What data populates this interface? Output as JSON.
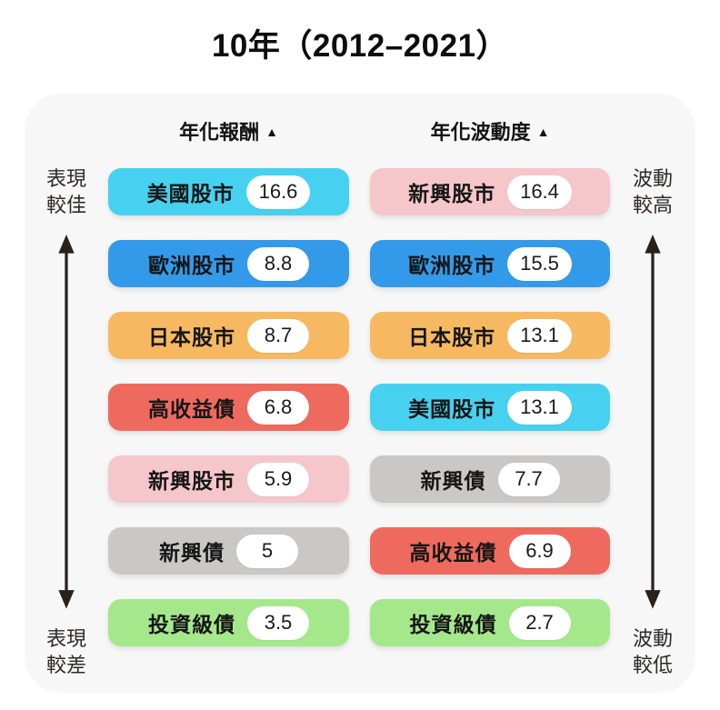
{
  "title": "10年（2012–2021）",
  "card": {
    "left_column": {
      "header": "年化報酬",
      "sort_icon": "▲",
      "bars": [
        {
          "label": "美國股市",
          "value": "16.6",
          "color": "#47d1f0"
        },
        {
          "label": "歐洲股市",
          "value": "8.8",
          "color": "#339aea"
        },
        {
          "label": "日本股市",
          "value": "8.7",
          "color": "#f6b961"
        },
        {
          "label": "高收益債",
          "value": "6.8",
          "color": "#ef6a5e"
        },
        {
          "label": "新興股市",
          "value": "5.9",
          "color": "#f5c6ca"
        },
        {
          "label": "新興債",
          "value": "5",
          "color": "#c9c8c7"
        },
        {
          "label": "投資級債",
          "value": "3.5",
          "color": "#a5e88c"
        }
      ]
    },
    "right_column": {
      "header": "年化波動度",
      "sort_icon": "▲",
      "bars": [
        {
          "label": "新興股市",
          "value": "16.4",
          "color": "#f5c6ca"
        },
        {
          "label": "歐洲股市",
          "value": "15.5",
          "color": "#339aea"
        },
        {
          "label": "日本股市",
          "value": "13.1",
          "color": "#f6b961"
        },
        {
          "label": "美國股市",
          "value": "13.1",
          "color": "#47d1f0"
        },
        {
          "label": "新興債",
          "value": "7.7",
          "color": "#c9c8c7"
        },
        {
          "label": "高收益債",
          "value": "6.9",
          "color": "#ef6a5e"
        },
        {
          "label": "投資級債",
          "value": "2.7",
          "color": "#a5e88c"
        }
      ]
    },
    "left_axis": {
      "top": [
        "表現",
        "較佳"
      ],
      "bottom": [
        "表現",
        "較差"
      ]
    },
    "right_axis": {
      "top": [
        "波動",
        "較高"
      ],
      "bottom": [
        "波動",
        "較低"
      ]
    }
  },
  "colors": {
    "page_background": "#ffffff",
    "card_background": "#f7f7f7",
    "arrow": "#2a211d",
    "text": "#161616"
  },
  "chart_data": {
    "type": "bar",
    "title": "10年（2012–2021）",
    "legend_position": "none",
    "grid": false,
    "series": [
      {
        "name": "年化報酬",
        "direction_labels": {
          "high": "表現較佳",
          "low": "表現較差"
        },
        "categories": [
          "美國股市",
          "歐洲股市",
          "日本股市",
          "高收益債",
          "新興股市",
          "新興債",
          "投資級債"
        ],
        "values": [
          16.6,
          8.8,
          8.7,
          6.8,
          5.9,
          5,
          3.5
        ]
      },
      {
        "name": "年化波動度",
        "direction_labels": {
          "high": "波動較高",
          "low": "波動較低"
        },
        "categories": [
          "新興股市",
          "歐洲股市",
          "日本股市",
          "美國股市",
          "新興債",
          "高收益債",
          "投資級債"
        ],
        "values": [
          16.4,
          15.5,
          13.1,
          13.1,
          7.7,
          6.9,
          2.7
        ]
      }
    ]
  }
}
